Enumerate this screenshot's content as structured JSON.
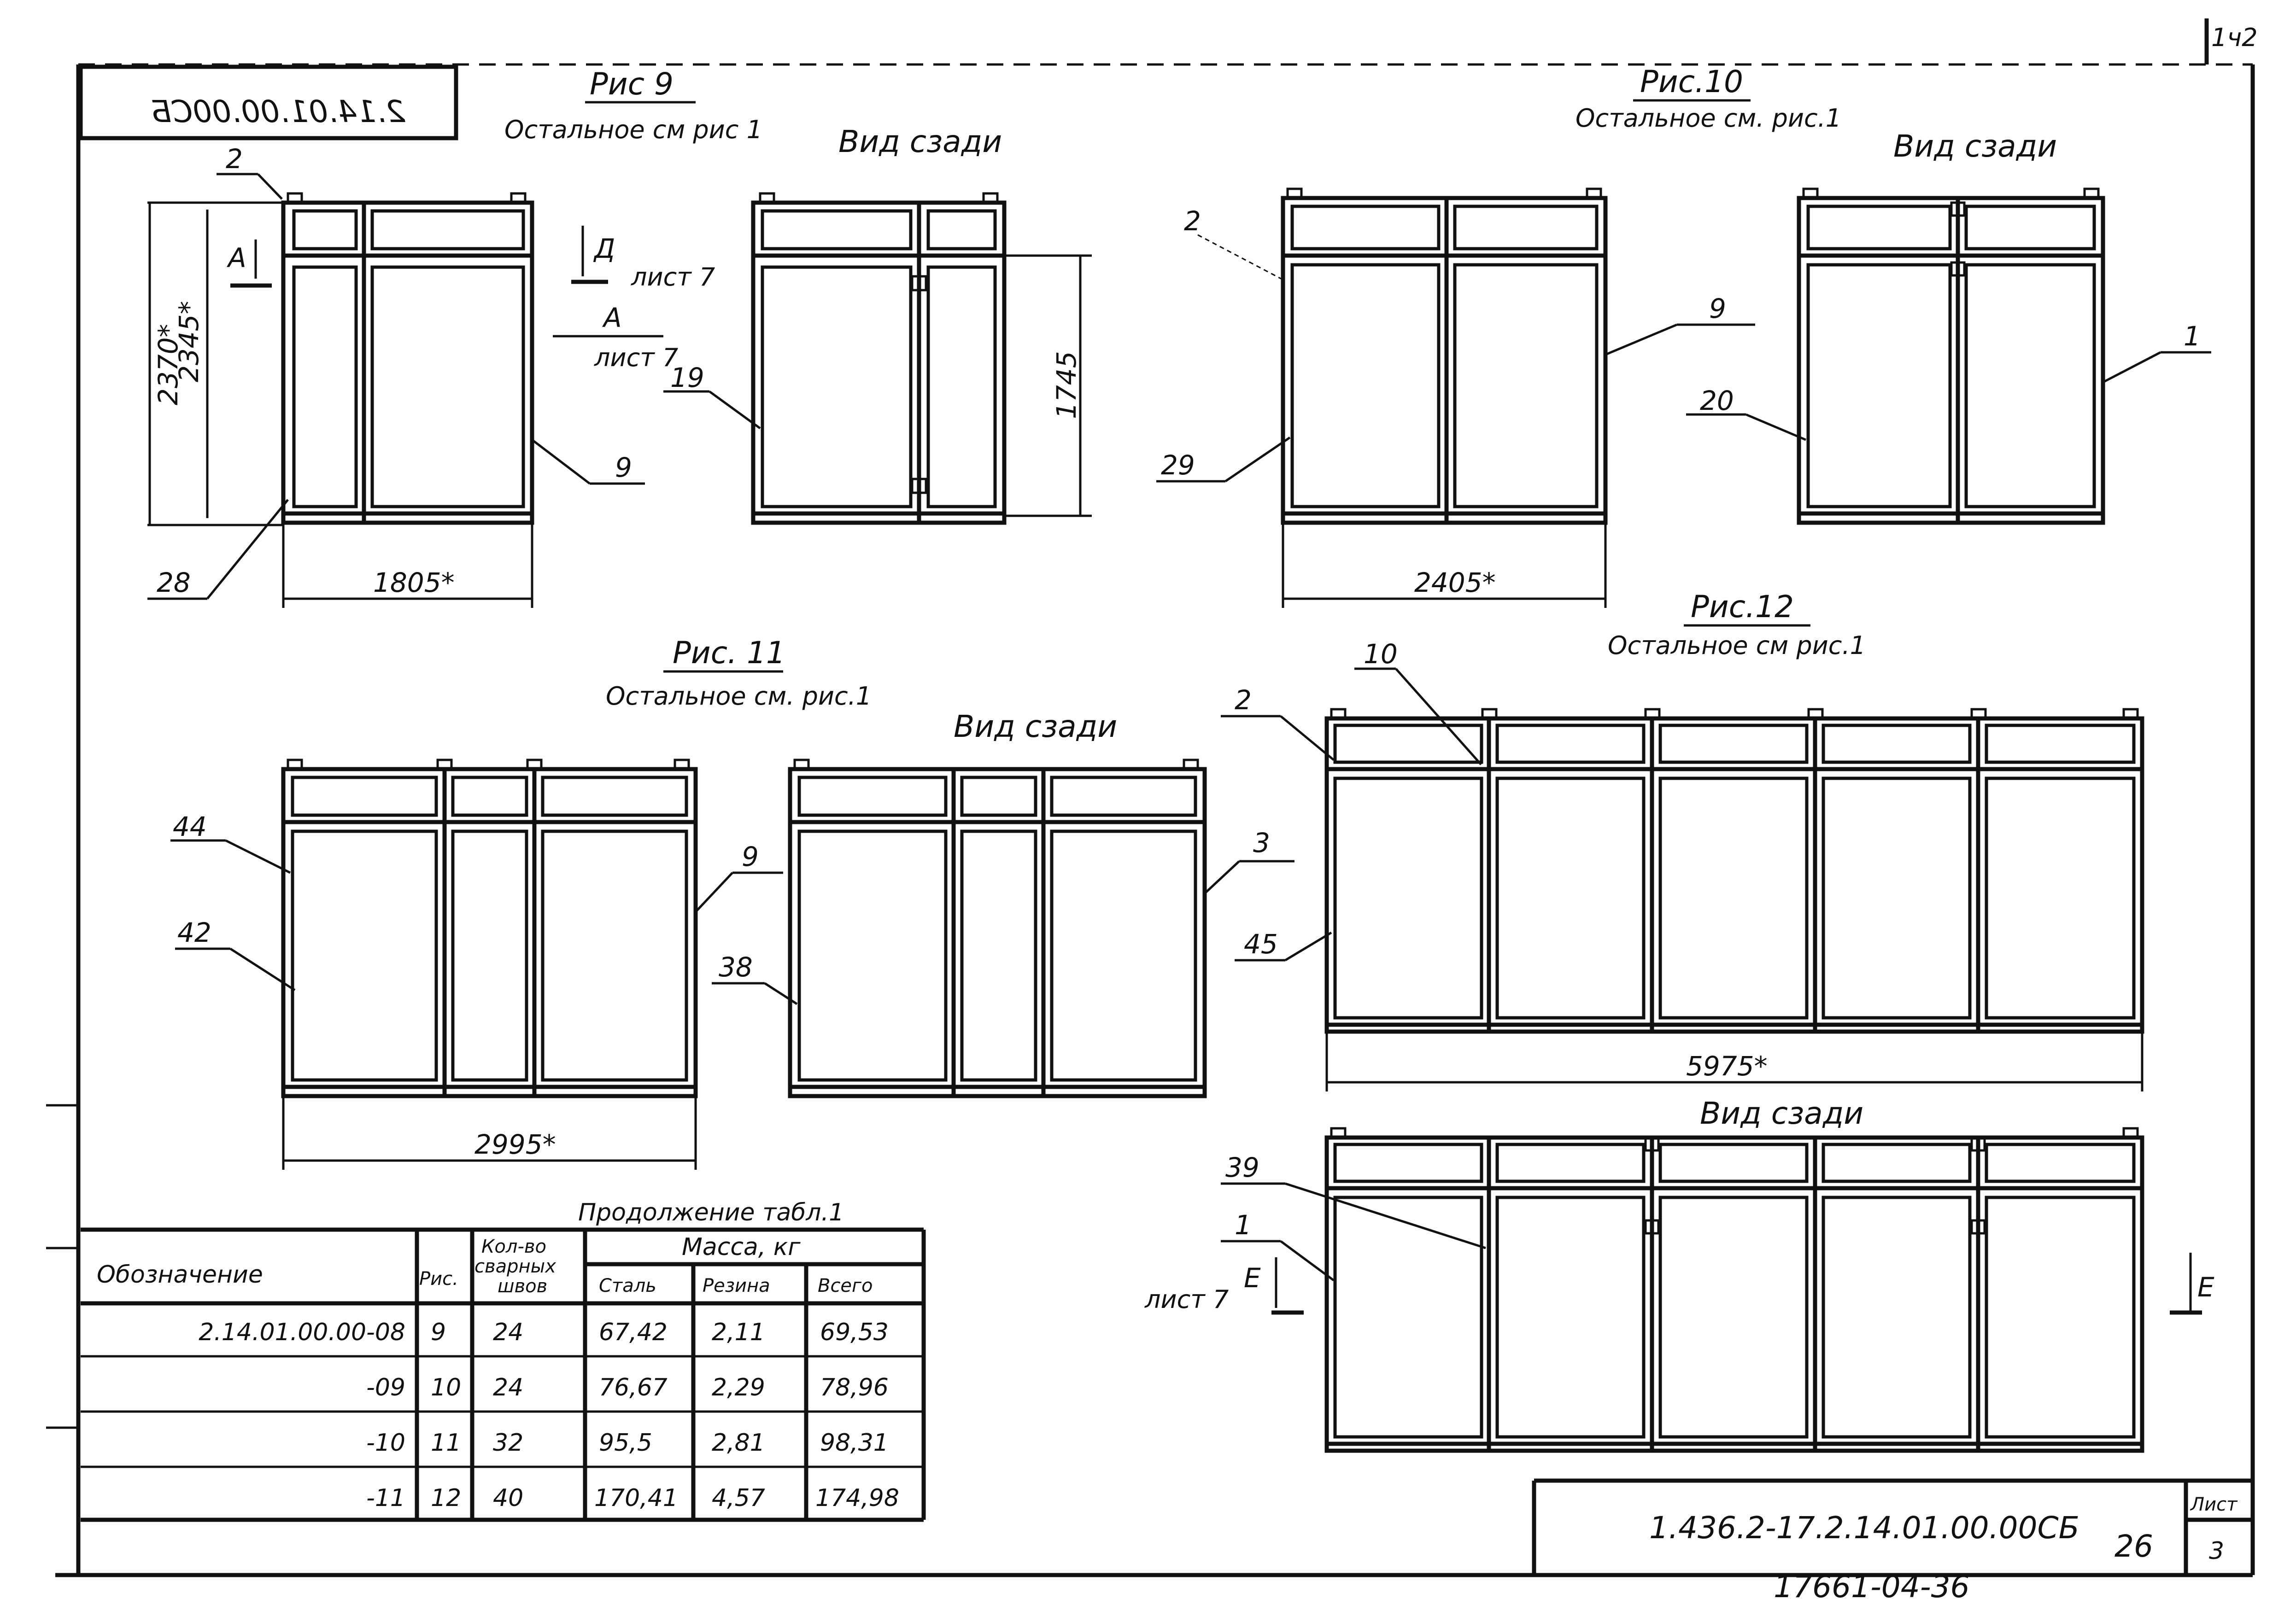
{
  "sheet": {
    "corner_code": "1ч2",
    "stamp_code": "2.14.01.00.00СБ",
    "doc_code": "1.436.2-17.2.14.01.00.00СБ",
    "sheet_label": "Лист",
    "sheet_number": "3",
    "handwritten_number": "26",
    "bottom_partial": "17661-04-36"
  },
  "fig9": {
    "title": "Рис 9",
    "subtitle": "Остальное см рис 1",
    "rear_view": "Вид сзади",
    "dim_width": "1805*",
    "dim_h1": "2370*",
    "dim_h2": "2345*",
    "dim_rear": "1745",
    "callouts": [
      "2",
      "28",
      "9",
      "19"
    ],
    "section_d": "Д",
    "section_d_sheet": "лист 7",
    "section_a": "А",
    "section_a_sheet": "лист 7"
  },
  "fig10": {
    "title": "Рис.10",
    "subtitle": "Остальное см. рис.1",
    "rear_view": "Вид сзади",
    "dim_width": "2405*",
    "callouts": [
      "2",
      "9",
      "29",
      "1",
      "20"
    ]
  },
  "fig11": {
    "title": "Рис. 11",
    "subtitle": "Остальное см. рис.1",
    "rear_view": "Вид сзади",
    "dim_width": "2995*",
    "callouts": [
      "44",
      "42",
      "9",
      "3",
      "38"
    ]
  },
  "fig12": {
    "title": "Рис.12",
    "subtitle": "Остальное см рис.1",
    "rear_view": "Вид сзади",
    "dim_width": "5975*",
    "callouts": [
      "10",
      "2",
      "45",
      "39",
      "1"
    ],
    "section_e": "Е",
    "section_e_sheet": "лист 7"
  },
  "table": {
    "caption": "Продолжение табл.1",
    "headers": {
      "designation": "Обозначение",
      "fig": "Рис.",
      "welds_line1": "Кол-во",
      "welds_line2": "сварных",
      "welds_line3": "швов",
      "mass": "Масса, кг",
      "steel": "Сталь",
      "rubber": "Резина",
      "total": "Всего"
    },
    "rows": [
      {
        "designation": "2.14.01.00.00-08",
        "fig": "9",
        "welds": "24",
        "steel": "67,42",
        "rubber": "2,11",
        "total": "69,53"
      },
      {
        "designation": "-09",
        "fig": "10",
        "welds": "24",
        "steel": "76,67",
        "rubber": "2,29",
        "total": "78,96"
      },
      {
        "designation": "-10",
        "fig": "11",
        "welds": "32",
        "steel": "95,5",
        "rubber": "2,81",
        "total": "98,31"
      },
      {
        "designation": "-11",
        "fig": "12",
        "welds": "40",
        "steel": "170,41",
        "rubber": "4,57",
        "total": "174,98"
      }
    ]
  }
}
